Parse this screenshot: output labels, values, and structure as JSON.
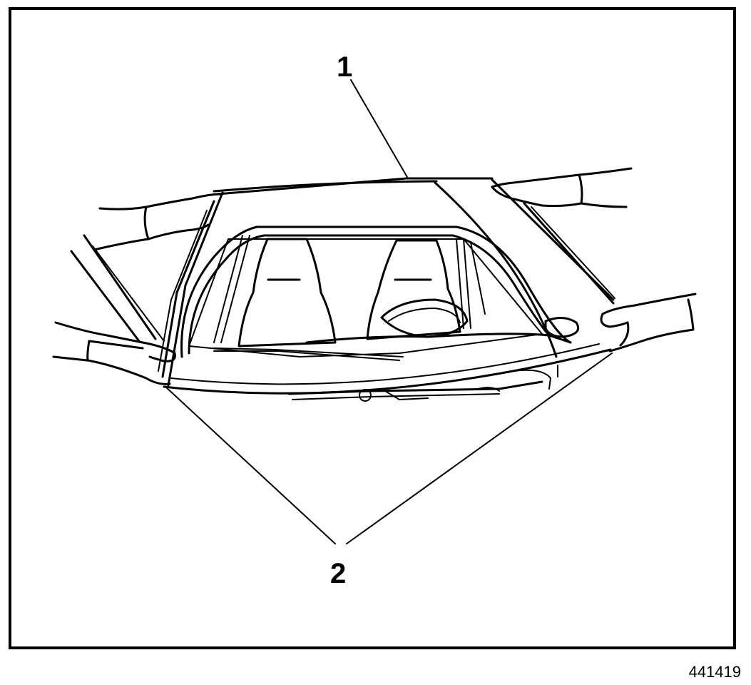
{
  "callouts": {
    "one": "1",
    "two": "2"
  },
  "figure_id": "441419"
}
